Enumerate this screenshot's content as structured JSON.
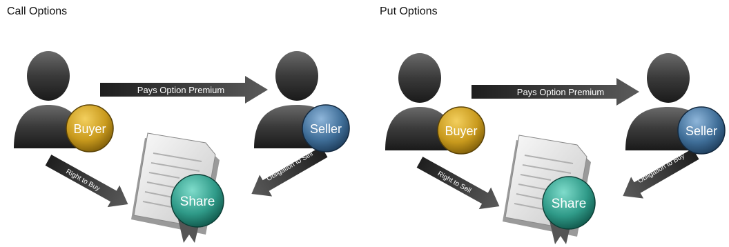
{
  "diagrams": [
    {
      "title": "Call Options",
      "premium_label": "Pays Option Premium",
      "buyer_label": "Buyer",
      "seller_label": "Seller",
      "share_label": "Share",
      "buyer_right_label": "Right to Buy",
      "seller_obligation_label": "Obligation to Sell"
    },
    {
      "title": "Put Options",
      "premium_label": "Pays Option Premium",
      "buyer_label": "Buyer",
      "seller_label": "Seller",
      "share_label": "Share",
      "buyer_right_label": "Right to Sell",
      "seller_obligation_label": "Obligation to Buy"
    }
  ],
  "colors": {
    "person": "#3a3a3a",
    "buyer": "#c99a1d",
    "seller": "#3f6e98",
    "share": "#2f9a88",
    "arrow": "#3c3c3c",
    "document": "#e2e2e2"
  }
}
